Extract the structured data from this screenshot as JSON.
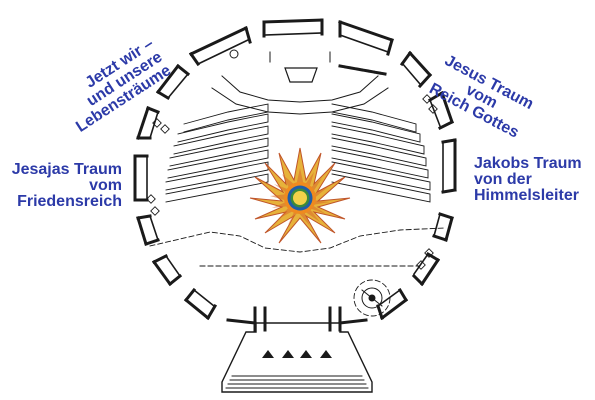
{
  "colors": {
    "label_text": "#2c3aa8",
    "ink": "#1a1a1a",
    "star_gold": "#e7b23a",
    "star_red": "#c0562a",
    "ring_blue": "#1f5ea8",
    "ring_green": "#3c8a3a",
    "ring_orange": "#ef8a1f"
  },
  "labels": {
    "top_left": [
      "Jetzt wir –",
      "und unsere",
      "Lebensträume"
    ],
    "top_right": [
      "Jesus Traum",
      "vom",
      "Reich Gottes"
    ],
    "mid_left": [
      "Jesajas Traum",
      "vom",
      "Friedensreich"
    ],
    "mid_right": [
      "Jakobs Traum",
      "von der",
      "Himmelsleiter"
    ]
  },
  "icons": {
    "center": "sun-star-icon",
    "font": "baptismal-font-icon"
  }
}
